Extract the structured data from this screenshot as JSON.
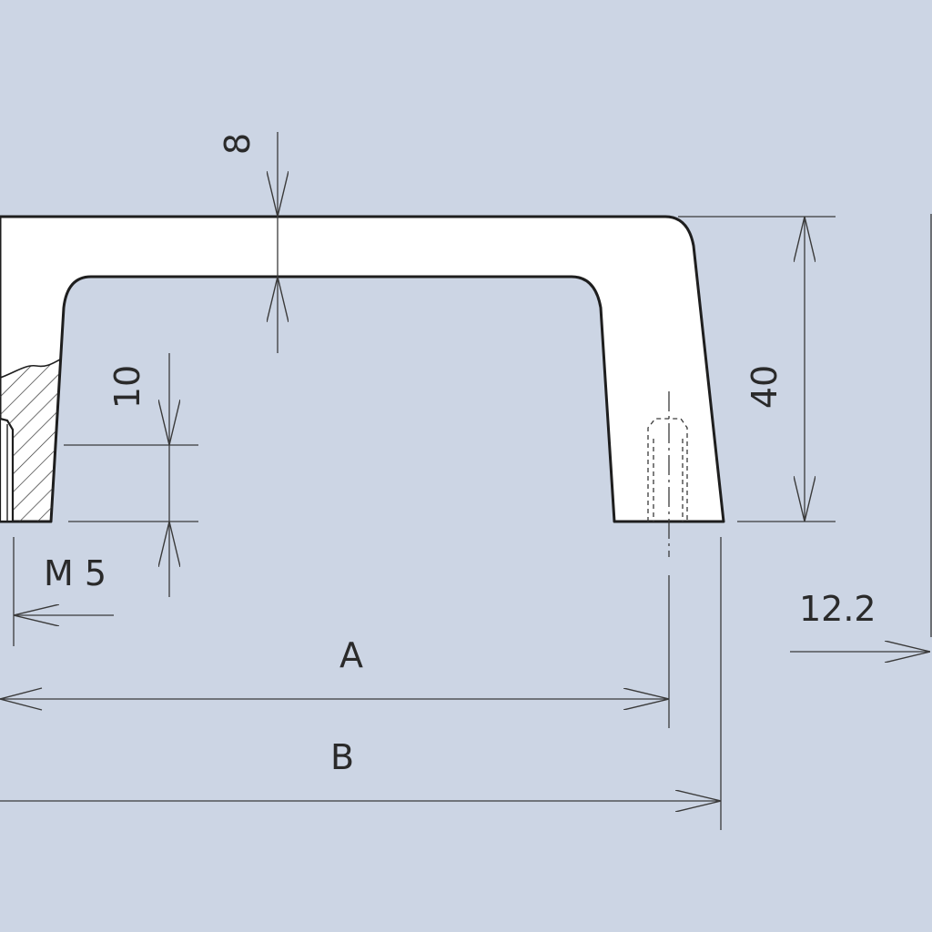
{
  "drawing": {
    "colors": {
      "background": "#ccd5e4",
      "part_fill": "#ffffff",
      "outline": "#1e1e1e",
      "dimension_line": "#3a3a3a"
    },
    "labels": {
      "wall_thickness": "8",
      "height": "40",
      "thread_depth": "10",
      "thread": "M 5",
      "offset": "12.2",
      "dim_a": "A",
      "dim_b": "B"
    }
  }
}
